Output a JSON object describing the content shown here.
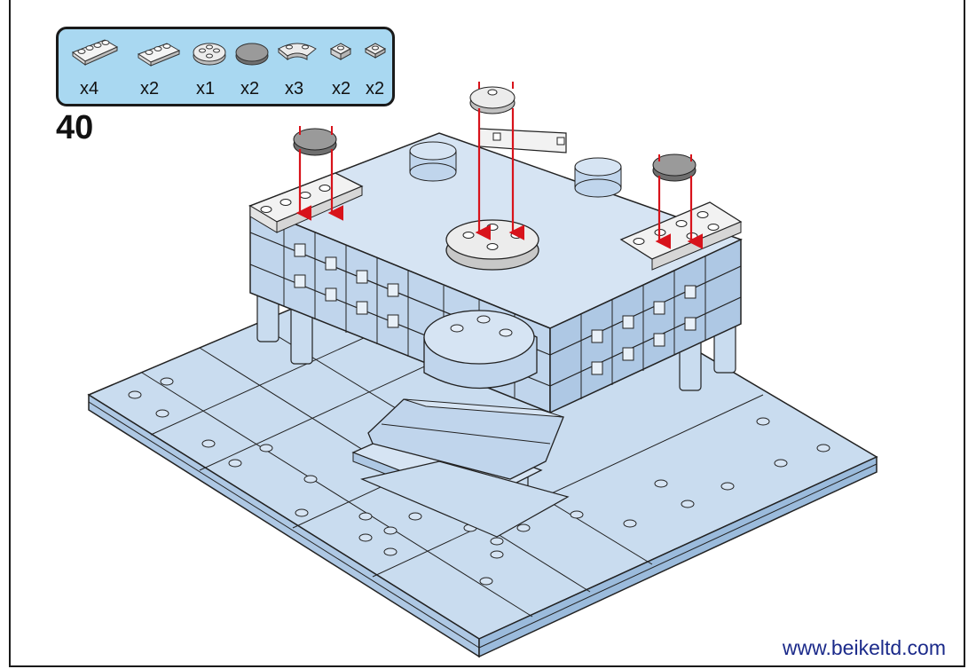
{
  "instruction_page": {
    "step_number": "40",
    "website": "www.beikeltd.com",
    "colors": {
      "brick_light_blue": "#c9dcef",
      "brick_white": "#f2f2f2",
      "tile_gray": "#9a9a9a",
      "arrow_red": "#d8131b",
      "parts_box_bg": "#a9d8f1"
    }
  },
  "parts_list": [
    {
      "icon": "plate-1x4-white-icon",
      "quantity": "x4"
    },
    {
      "icon": "plate-1x3-white-icon",
      "quantity": "x2"
    },
    {
      "icon": "round-plate-2x2-icon",
      "quantity": "x1"
    },
    {
      "icon": "round-tile-2x2-gray-icon",
      "quantity": "x2"
    },
    {
      "icon": "quarter-round-plate-icon",
      "quantity": "x3"
    },
    {
      "icon": "plate-1x1-clip-icon",
      "quantity": "x2"
    },
    {
      "icon": "plate-1x1-icon",
      "quantity": "x2"
    }
  ]
}
